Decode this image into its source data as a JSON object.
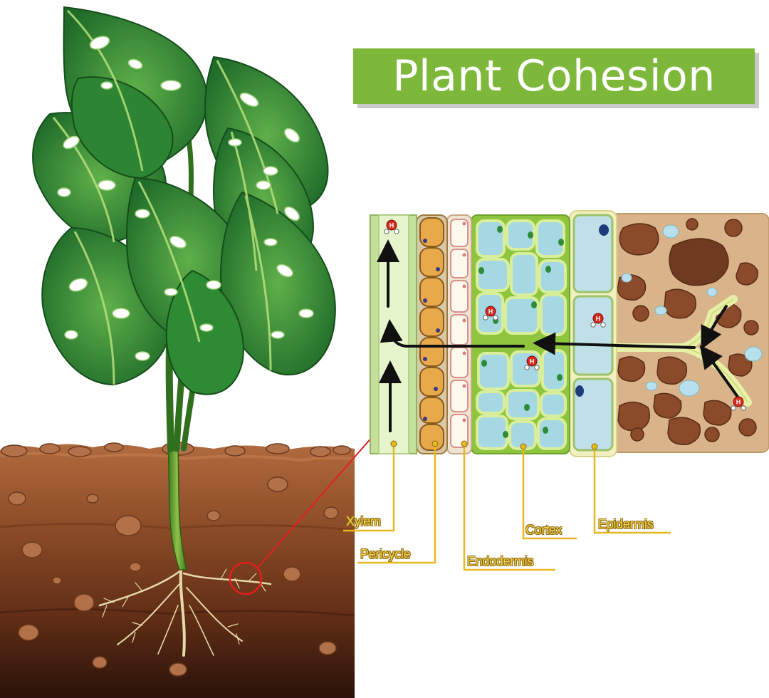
{
  "title": "Plant Cohesion",
  "labels": {
    "xylem": "Xylem",
    "pericycle": "Pericycle",
    "endodermis": "Endodermis",
    "cortex": "Cortex",
    "epidermis": "Epidermis"
  },
  "molecule_symbol": "H",
  "colors": {
    "title_bg": "#7db83b",
    "leaf_dark": "#1f6b2a",
    "leaf_mid": "#3f9a3a",
    "soil_light": "#a8623a",
    "soil_dark": "#2a120a",
    "label_text": "#f5d04a",
    "label_line": "#e8b820",
    "pointer_line": "#e02020",
    "water_arrow": "#111111",
    "cortex_cell": "#9fd3e0",
    "endodermis_cell": "#fff4de",
    "pericycle_cell": "#e8a94a",
    "xylem_bg": "#d6edb6"
  },
  "icons": [
    "water-molecule-icon",
    "arrow-up-icon",
    "magnifier-circle-icon"
  ]
}
